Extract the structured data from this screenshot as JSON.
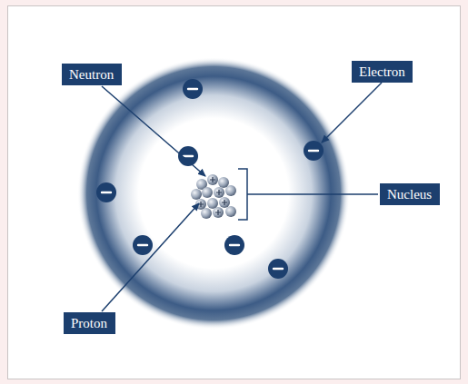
{
  "diagram": {
    "nodes": [
      {
        "text": [
          "Neutron"
        ]
      },
      {
        "text": [
          "Electron"
        ]
      },
      {
        "text": [
          "Nucleus"
        ]
      },
      {
        "text": [
          "Proton"
        ]
      }
    ]
  }
}
